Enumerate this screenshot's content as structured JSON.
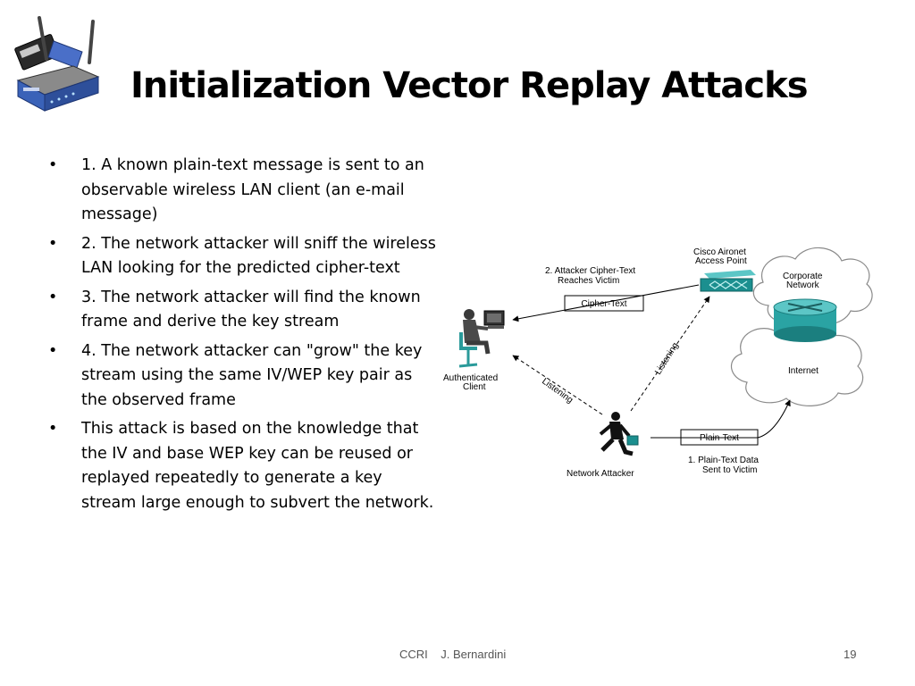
{
  "slide": {
    "title": "Initialization Vector Replay Attacks",
    "bullets": [
      "1. A known plain-text message is sent to an observable wireless LAN client (an e-mail message)",
      "2. The network attacker will sniff the wireless LAN looking for the predicted cipher-text",
      "3. The network attacker will find the known frame and derive the key stream",
      "4. The network attacker can \"grow\" the key stream using the same IV/WEP key pair as the observed frame",
      "This attack is based on the knowledge that the IV and base WEP key can be reused or replayed repeatedly to generate a key stream large enough to subvert the network."
    ],
    "footer": "CCRI    J. Bernardini",
    "page_number": "19"
  },
  "diagram": {
    "access_point_label": [
      "Cisco Aironet",
      "Access Point"
    ],
    "corporate_label": [
      "Corporate",
      "Network"
    ],
    "internet_label": "Internet",
    "step2_label": [
      "2.  Attacker Cipher-Text",
      "Reaches Victim"
    ],
    "cipher_text_box": "Cipher-Text",
    "listening_left": "Listening",
    "listening_right": "Listening",
    "client_label": [
      "Authenticated",
      "Client"
    ],
    "plain_text_box": "Plain-Text",
    "step1_label": [
      "1.  Plain-Text Data",
      "Sent to Victim"
    ],
    "attacker_label": "Network Attacker"
  },
  "colors": {
    "router_blue": "#3a62b8",
    "access_point_teal": "#1b8f8f",
    "router_cylinder_teal": "#2aa3a3"
  }
}
